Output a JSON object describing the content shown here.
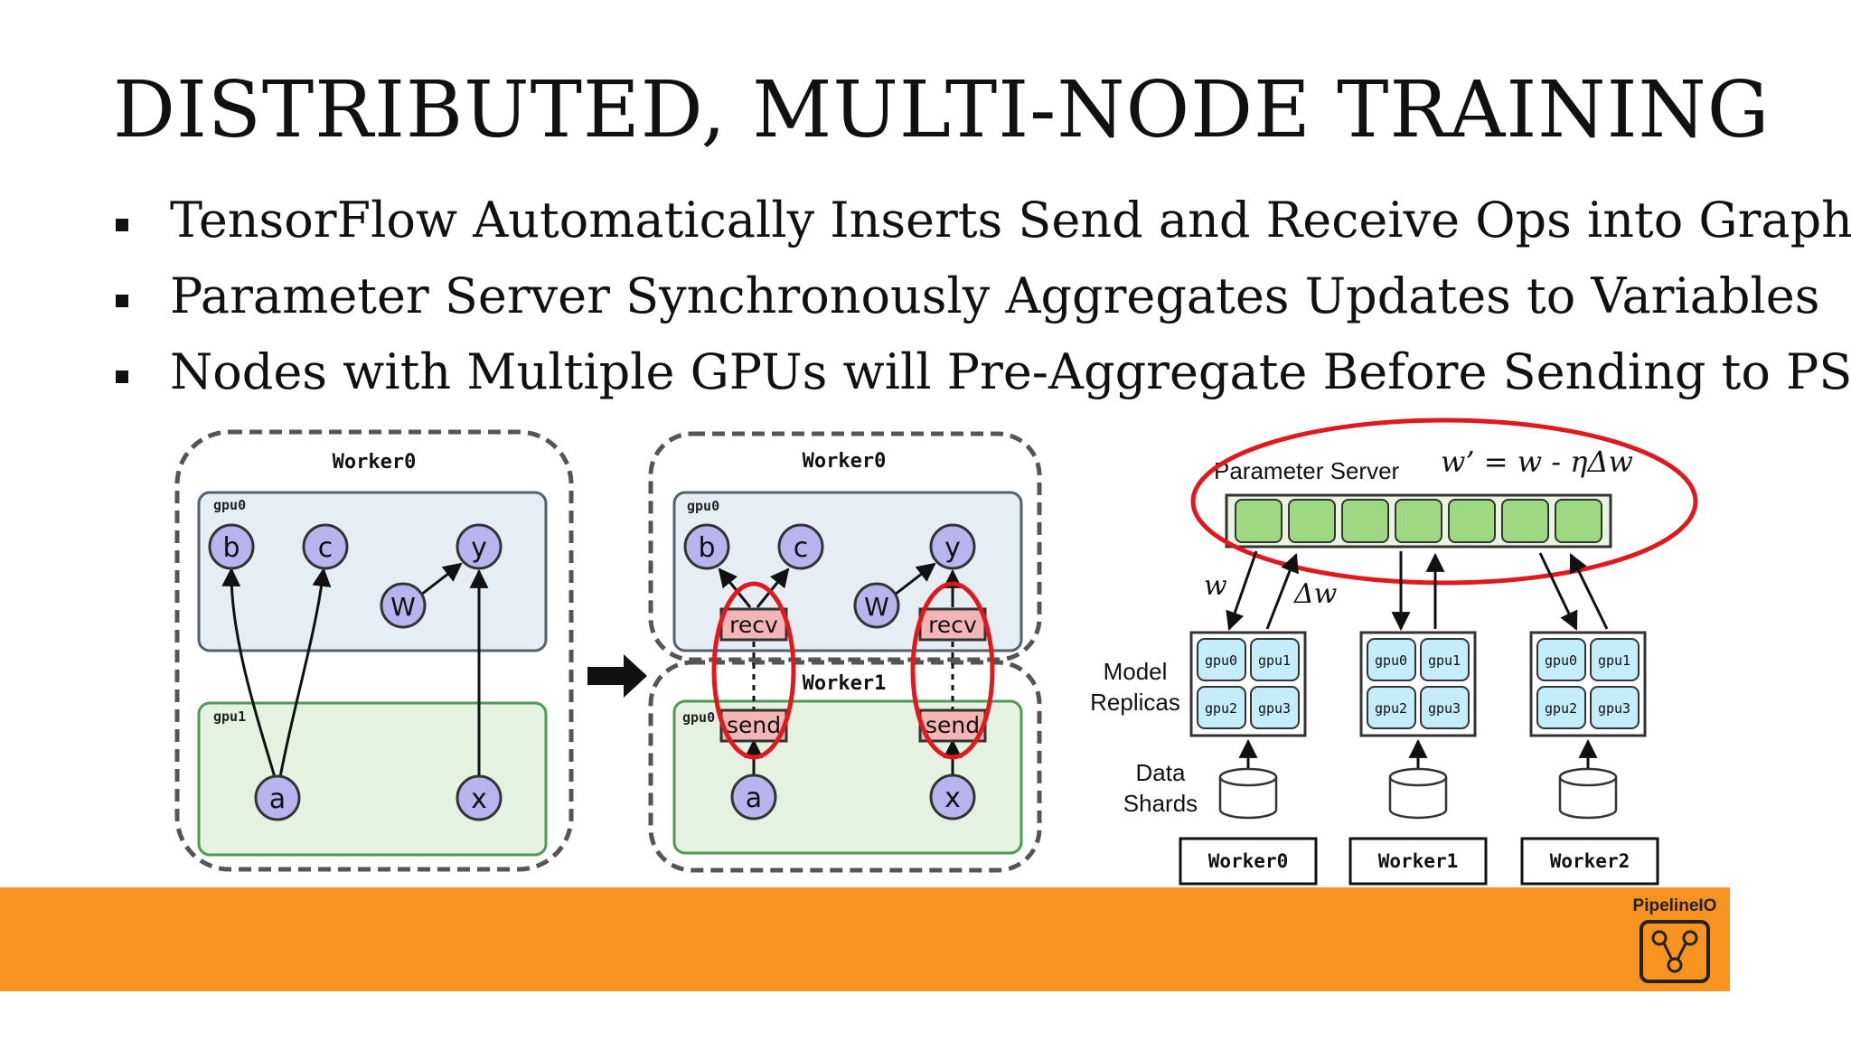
{
  "slide": {
    "title": "DISTRIBUTED, MULTI-NODE TRAINING",
    "bullets": [
      "TensorFlow Automatically Inserts Send and Receive Ops into Graph",
      "Parameter Server Synchronously Aggregates Updates to Variables",
      "Nodes with Multiple GPUs will Pre-Aggregate Before Sending to PS"
    ]
  },
  "left_graph": {
    "worker_label": "Worker0",
    "gpu0_label": "gpu0",
    "gpu1_label": "gpu1",
    "nodes": {
      "b": "b",
      "c": "c",
      "y": "y",
      "w": "W",
      "a": "a",
      "x": "x"
    }
  },
  "right_graph": {
    "worker0_label": "Worker0",
    "worker1_label": "Worker1",
    "gpu0_top_label": "gpu0",
    "gpu0_bottom_label": "gpu0",
    "recv_label": "recv",
    "send_label": "send",
    "nodes": {
      "b": "b",
      "c": "c",
      "y": "y",
      "w": "W",
      "a": "a",
      "x": "x"
    }
  },
  "parameter_server": {
    "label": "Parameter Server",
    "formula": "w’ = w - ηΔw",
    "w_label": "w",
    "dw_label": "Δw",
    "model_replicas_label": [
      "Model",
      "Replicas"
    ],
    "data_shards_label": [
      "Data",
      "Shards"
    ],
    "gpu_labels": [
      "gpu0",
      "gpu1",
      "gpu2",
      "gpu3"
    ],
    "workers": [
      "Worker0",
      "Worker1",
      "Worker2"
    ]
  },
  "footer": {
    "logo_text": "PipelineIO"
  },
  "colors": {
    "footer_orange": "#f7931e",
    "highlight_red": "#e0191c",
    "node_purple": "#b9b4ee",
    "gpu0_box": "#e6eef4",
    "gpu1_box": "#e5f2e2",
    "ps_cell_green": "#9fd883",
    "replica_cyan": "#c5ecfb",
    "op_pink": "#f2b6b6"
  }
}
